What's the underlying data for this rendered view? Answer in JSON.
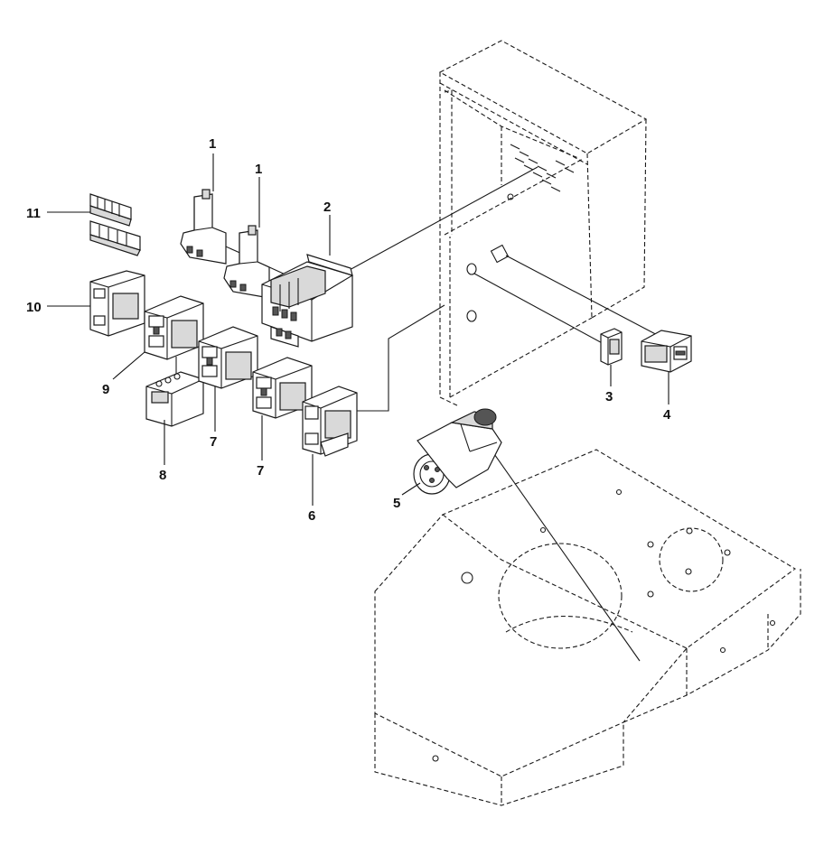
{
  "callouts": {
    "c1a": "1",
    "c1b": "1",
    "c2": "2",
    "c3": "3",
    "c4": "4",
    "c5": "5",
    "c6": "6",
    "c7a": "7",
    "c7b": "7",
    "c8": "8",
    "c9": "9",
    "c10": "10",
    "c11": "11"
  },
  "colors": {
    "line": "#1a1a1a",
    "background": "#ffffff",
    "part_shade": "#d9d9d9"
  }
}
